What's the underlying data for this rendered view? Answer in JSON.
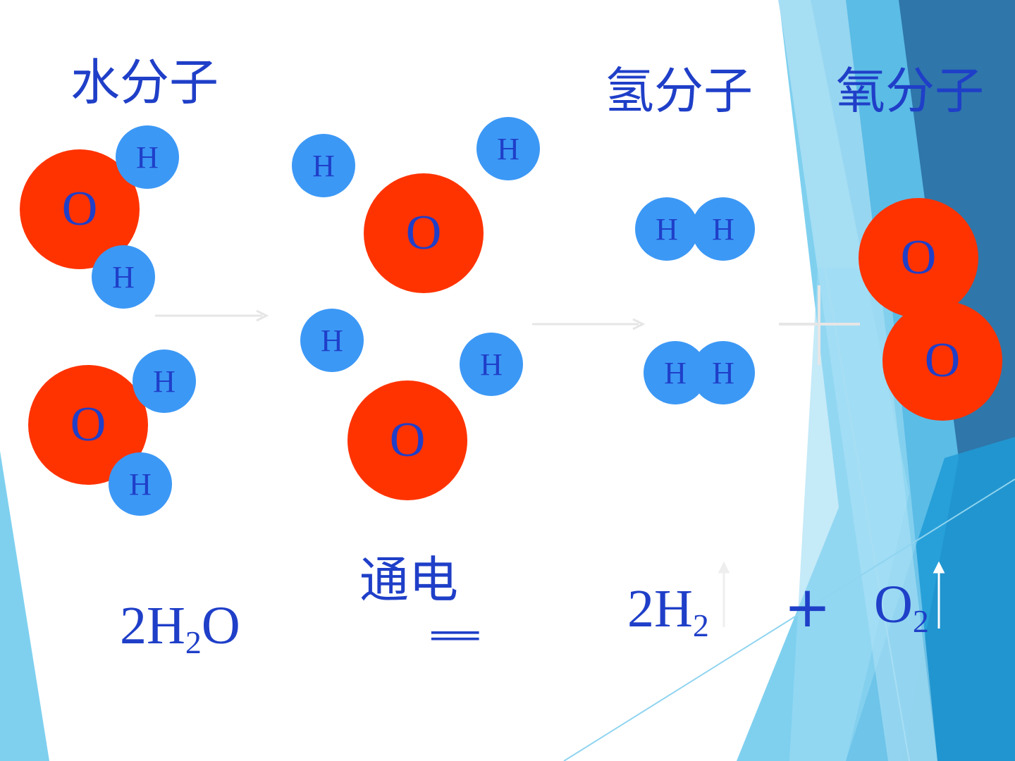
{
  "titles": {
    "water": "水分子",
    "hydrogen": "氢分子",
    "oxygen": "氧分子"
  },
  "atoms": {
    "oxygen": "O",
    "hydrogen": "H"
  },
  "equation": {
    "coef_water": "2H",
    "sub_water": "2",
    "tail_water": "O",
    "condition": "通电",
    "equals": "===",
    "coef_h2": "2H",
    "sub_h2": "2",
    "plus": "+",
    "o2": "O",
    "sub_o2": "2"
  },
  "colors": {
    "text": "#1f3fc8",
    "oxygen": "#ff3300",
    "hydrogen": "#3c98f5"
  }
}
